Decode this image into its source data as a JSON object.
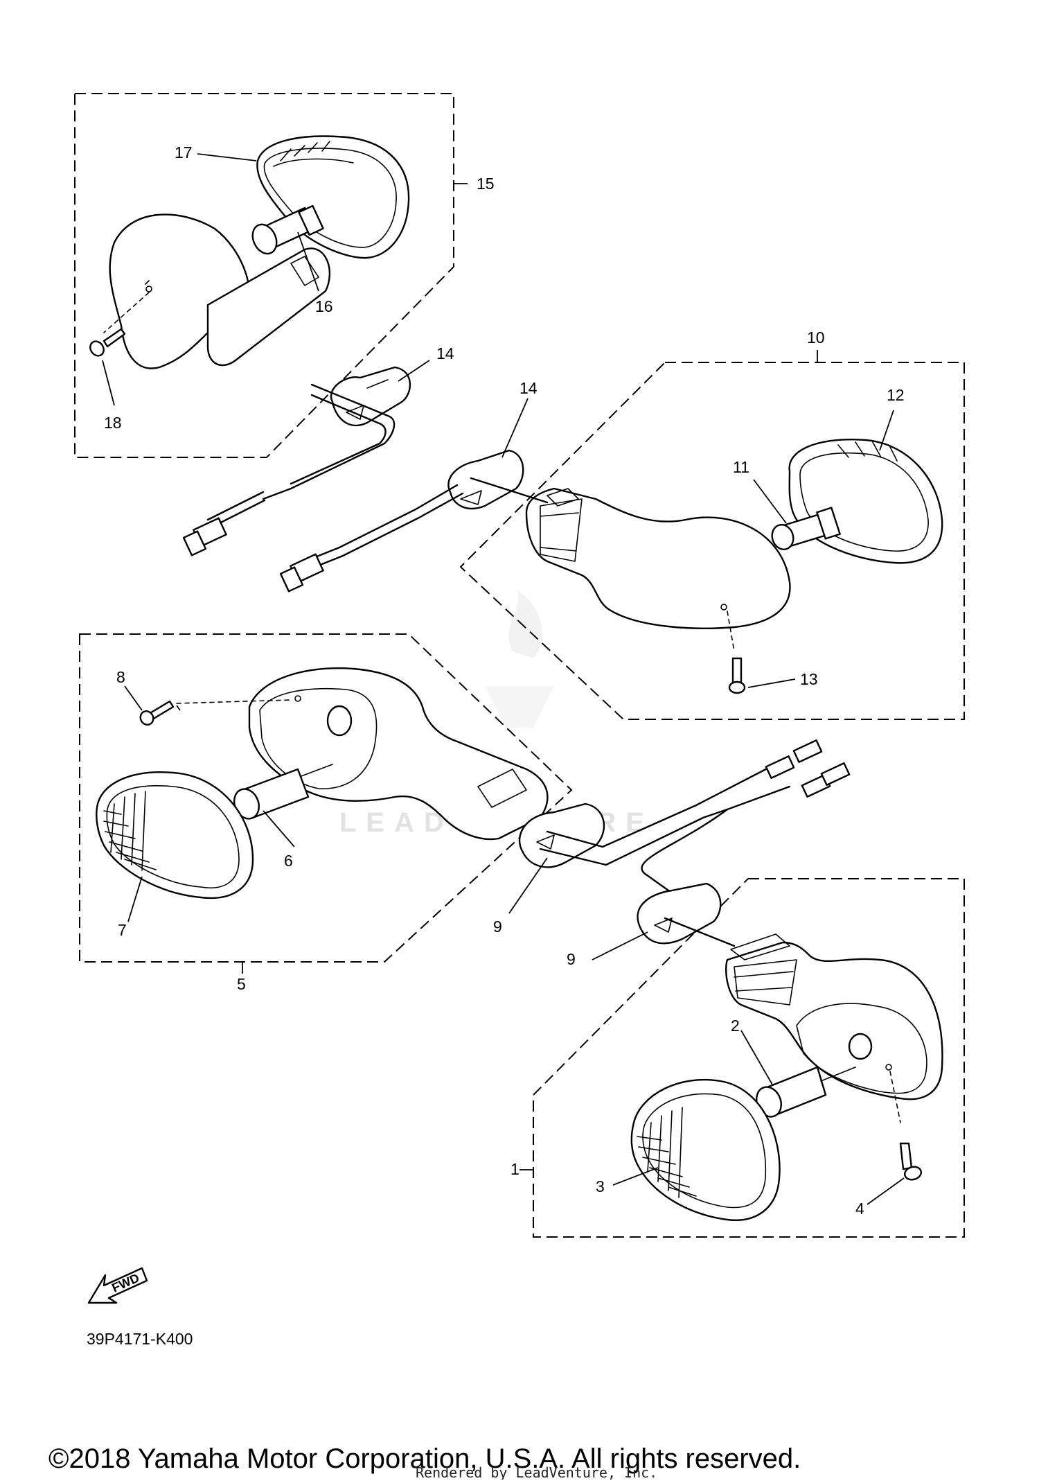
{
  "diagram": {
    "part_code": "39P4171-K400",
    "fwd_label": "FWD",
    "watermark": "LEADVENTURE",
    "copyright": "©2018 Yamaha Motor Corporation, U.S.A. All rights reserved.",
    "rendered_by": "Rendered by LeadVenture, Inc.",
    "callouts": {
      "c1": "1",
      "c2": "2",
      "c3": "3",
      "c4": "4",
      "c5": "5",
      "c6": "6",
      "c7": "7",
      "c8": "8",
      "c9a": "9",
      "c9b": "9",
      "c10": "10",
      "c11": "11",
      "c12": "12",
      "c13": "13",
      "c14a": "14",
      "c14b": "14",
      "c15": "15",
      "c16": "16",
      "c17": "17",
      "c18": "18"
    }
  }
}
